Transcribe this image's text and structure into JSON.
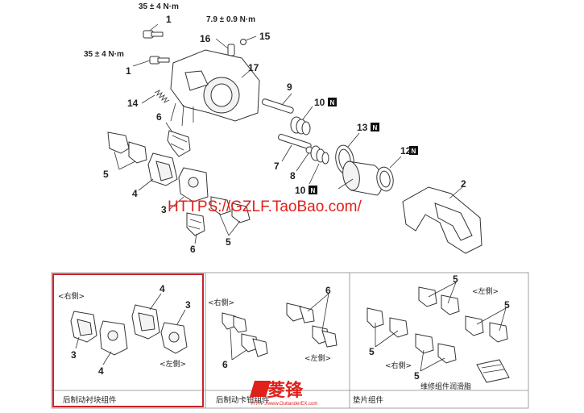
{
  "torque": {
    "bolt_top": "35 ± 4 N·m",
    "bolt_mid": "35 ± 4 N·m",
    "bleeder": "7.9 ± 0.9 N·m"
  },
  "callouts": {
    "c1a": "1",
    "c1b": "1",
    "c16": "16",
    "c15": "15",
    "c17": "17",
    "c14": "14",
    "c9": "9",
    "c10a": "10",
    "c6a": "6",
    "c13": "13",
    "c12": "12",
    "c5a": "5",
    "c7": "7",
    "c8": "8",
    "c4a": "4",
    "c10b": "10",
    "c2": "2",
    "c3a": "3",
    "c5b": "5",
    "c6b": "6",
    "p4a": "4",
    "p3a": "3",
    "p3b": "3",
    "p4b": "4",
    "q6a": "6",
    "q6b": "6",
    "r5a": "5",
    "r5b": "5",
    "r5c": "5",
    "r5d": "5"
  },
  "badge": "N",
  "watermark": "HTTPS://GZLF.TaoBao.com/",
  "panels": {
    "pads": {
      "right_side": "<右側>",
      "left_side": "<左側>",
      "caption": "后制动衬块组件"
    },
    "clips": {
      "right_side": "<右側>",
      "left_side": "<左側>",
      "caption": "后制动卡钳组件"
    },
    "shims": {
      "left_side": "<左側>",
      "right_side": "<右側>",
      "grease": "维修组件润滑脂",
      "caption": "垫片组件"
    }
  },
  "logo": {
    "text": "菱锋",
    "url": "HTTP://www.OutlanderEX.com"
  },
  "colors": {
    "highlight_box": "#c8242b",
    "watermark": "#e0201a",
    "line": "#333333"
  }
}
